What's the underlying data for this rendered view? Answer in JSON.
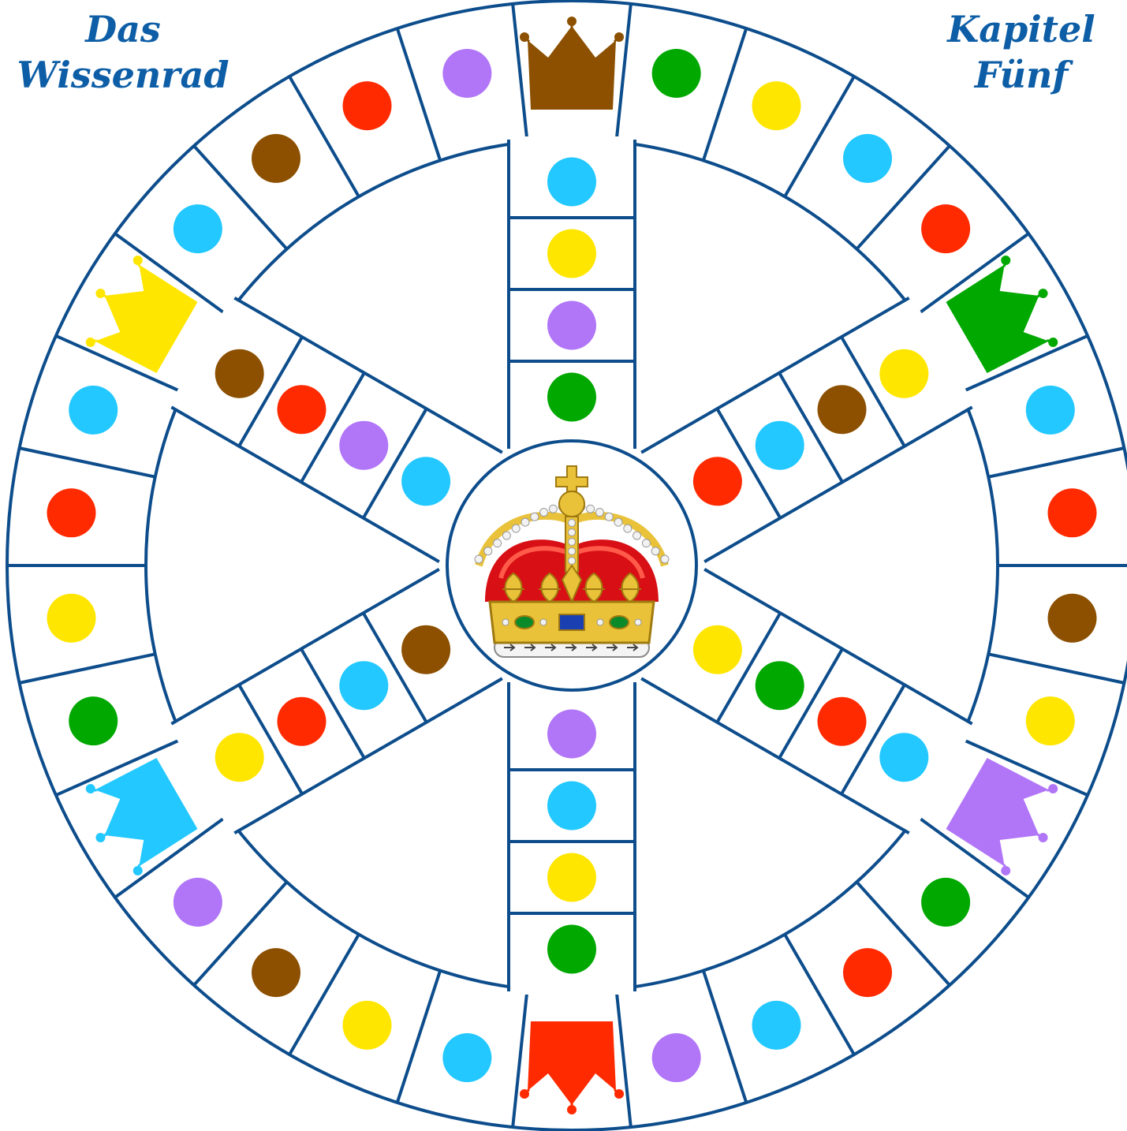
{
  "title_left": {
    "line1": "Das",
    "line2": "Wissenrad"
  },
  "title_right": {
    "line1": "Kapitel",
    "line2": "Fünf"
  },
  "colors": {
    "line": "#0d4d8c",
    "purple": "#b176f7",
    "red": "#ff2a00",
    "brown": "#8c5000",
    "blue": "#22c8ff",
    "yellow": "#ffe600",
    "green": "#00a800"
  },
  "board": {
    "outer_ring_spaces": [
      {
        "type": "crown",
        "color": "brown"
      },
      {
        "type": "dot",
        "color": "green"
      },
      {
        "type": "dot",
        "color": "yellow"
      },
      {
        "type": "dot",
        "color": "blue"
      },
      {
        "type": "dot",
        "color": "red"
      },
      {
        "type": "crown",
        "color": "green"
      },
      {
        "type": "dot",
        "color": "blue"
      },
      {
        "type": "dot",
        "color": "red"
      },
      {
        "type": "dot",
        "color": "brown"
      },
      {
        "type": "dot",
        "color": "yellow"
      },
      {
        "type": "crown",
        "color": "purple"
      },
      {
        "type": "dot",
        "color": "green"
      },
      {
        "type": "dot",
        "color": "red"
      },
      {
        "type": "dot",
        "color": "blue"
      },
      {
        "type": "dot",
        "color": "purple"
      },
      {
        "type": "crown",
        "color": "red"
      },
      {
        "type": "dot",
        "color": "blue"
      },
      {
        "type": "dot",
        "color": "yellow"
      },
      {
        "type": "dot",
        "color": "brown"
      },
      {
        "type": "dot",
        "color": "purple"
      },
      {
        "type": "crown",
        "color": "blue"
      },
      {
        "type": "dot",
        "color": "green"
      },
      {
        "type": "dot",
        "color": "yellow"
      },
      {
        "type": "dot",
        "color": "red"
      },
      {
        "type": "dot",
        "color": "blue"
      },
      {
        "type": "crown",
        "color": "yellow"
      },
      {
        "type": "dot",
        "color": "blue"
      },
      {
        "type": "dot",
        "color": "brown"
      },
      {
        "type": "dot",
        "color": "red"
      },
      {
        "type": "dot",
        "color": "purple"
      }
    ],
    "spokes": [
      {
        "name": "top",
        "spaces": [
          "blue",
          "yellow",
          "purple",
          "green"
        ]
      },
      {
        "name": "upper-right",
        "spaces": [
          "yellow",
          "brown",
          "blue",
          "red"
        ]
      },
      {
        "name": "lower-right",
        "spaces": [
          "blue",
          "red",
          "green",
          "yellow"
        ]
      },
      {
        "name": "bottom",
        "spaces": [
          "green",
          "yellow",
          "blue",
          "purple"
        ]
      },
      {
        "name": "lower-left",
        "spaces": [
          "yellow",
          "red",
          "blue",
          "brown"
        ]
      },
      {
        "name": "upper-left",
        "spaces": [
          "brown",
          "red",
          "purple",
          "blue"
        ]
      }
    ],
    "center": {
      "icon": "royal-crown-icon"
    }
  }
}
